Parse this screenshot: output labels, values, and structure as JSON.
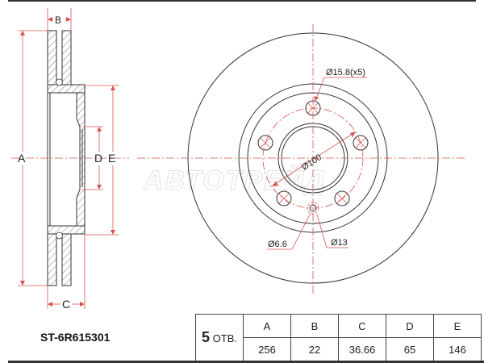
{
  "part_number": "ST-6R615301",
  "watermark": "АВТОТРЕЙД",
  "colors": {
    "line": "#222222",
    "dimension": "#d9534f",
    "center_line": "#e08080"
  },
  "side_view": {
    "labels": {
      "A": "A",
      "B": "B",
      "C": "C",
      "D": "D",
      "E": "E"
    }
  },
  "front_view": {
    "callouts": {
      "bolt_holes": "Ø15.8(x5)",
      "pcd": "Ø100",
      "small_hole": "Ø6.6",
      "small_hole_outer": "Ø13"
    }
  },
  "spec_table": {
    "holes_count": "5",
    "holes_suffix": "ОТВ.",
    "headers": [
      "A",
      "B",
      "C",
      "D",
      "E"
    ],
    "values": [
      "256",
      "22",
      "36.66",
      "65",
      "146"
    ]
  }
}
